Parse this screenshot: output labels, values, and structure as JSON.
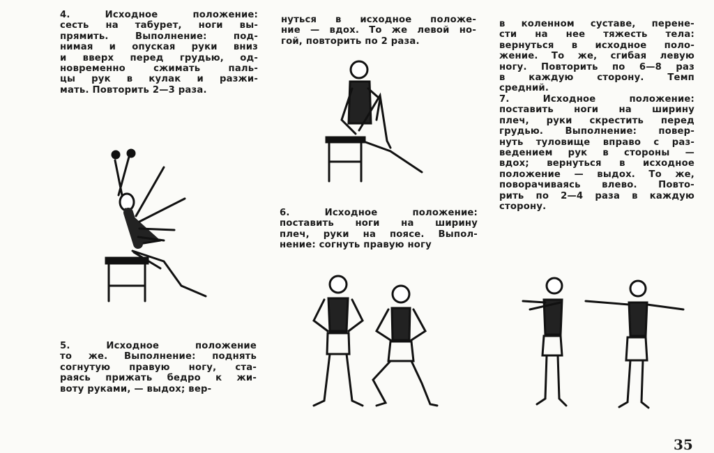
{
  "page_number": "35",
  "sections": {
    "ex4": {
      "lines": [
        "    4.  Исходное   положение:",
        "сесть на табурет, ноги вы-",
        "прямить. Выполнение: под-",
        "нимая и опуская руки вниз",
        "и вверх перед грудью, од-",
        "новременно сжимать паль-",
        "цы рук в кулак и разжи-",
        "мать. Повторить 2—3 раза."
      ]
    },
    "ex5_cont": {
      "lines": [
        "нуться в исходное положе-",
        "ние — вдох. То же левой но-",
        "гой, повторить по 2 раза."
      ]
    },
    "ex6_cont": {
      "lines": [
        "в коленном суставе, перене-",
        "сти на нее тяжесть тела:",
        "вернуться в исходное поло-",
        "жение. То же, сгибая левую",
        "ногу. Повторить по 6—8 раз",
        "в каждую сторону. Темп",
        "средний."
      ]
    },
    "ex7": {
      "lines": [
        "  7.  Исходное  положение:",
        "поставить ноги на ширину",
        "плеч, руки скрестить перед",
        "грудью. Выполнение: повер-",
        "нуть туловище вправо с раз-",
        "ведением рук в стороны —",
        "вдох; вернуться в исходное",
        "положение — выдох. То же,",
        "поворачиваясь влево. Повто-",
        "рить по 2—4 раза в каждую",
        "сторону."
      ]
    },
    "ex6": {
      "lines": [
        "      6. Исходное  положение:",
        "поставить  ноги на ширину",
        "плеч, руки на поясе. Выпол-",
        "нение: согнуть правую ногу"
      ]
    },
    "ex5": {
      "lines": [
        "    5.   Исходное   положение",
        "то же. Выполнение: поднять",
        "согнутую правую ногу, ста-",
        "раясь прижать бедро к жи-",
        "воту руками, — выдох; вер-"
      ]
    }
  }
}
